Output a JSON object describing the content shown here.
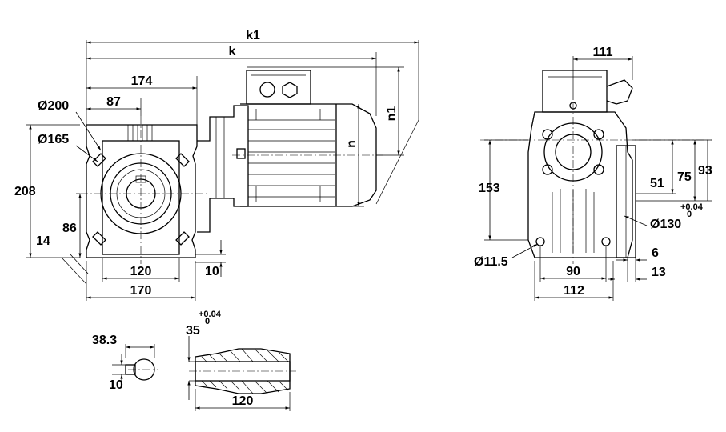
{
  "dimensions": {
    "k1": "k1",
    "k": "k",
    "d174": "174",
    "d87": "87",
    "dia200": "Ø200",
    "dia165": "Ø165",
    "d208": "208",
    "d86": "86",
    "d14": "14",
    "d120_front": "120",
    "d10_front": "10",
    "d170": "170",
    "n": "n",
    "n1": "n1",
    "d111": "111",
    "d153": "153",
    "d51": "51",
    "d75": "75",
    "d93": "93",
    "dia130": "Ø130",
    "dia130_tol_upper": "+0.04",
    "dia130_tol_lower": "0",
    "dia11_5": "Ø11.5",
    "d6": "6",
    "d13": "13",
    "d90": "90",
    "d112": "112",
    "d38_3": "38.3",
    "d10_key": "10",
    "d35": "35",
    "d35_tol_upper": "+0.04",
    "d35_tol_lower": "0",
    "d120_shaft": "120"
  }
}
